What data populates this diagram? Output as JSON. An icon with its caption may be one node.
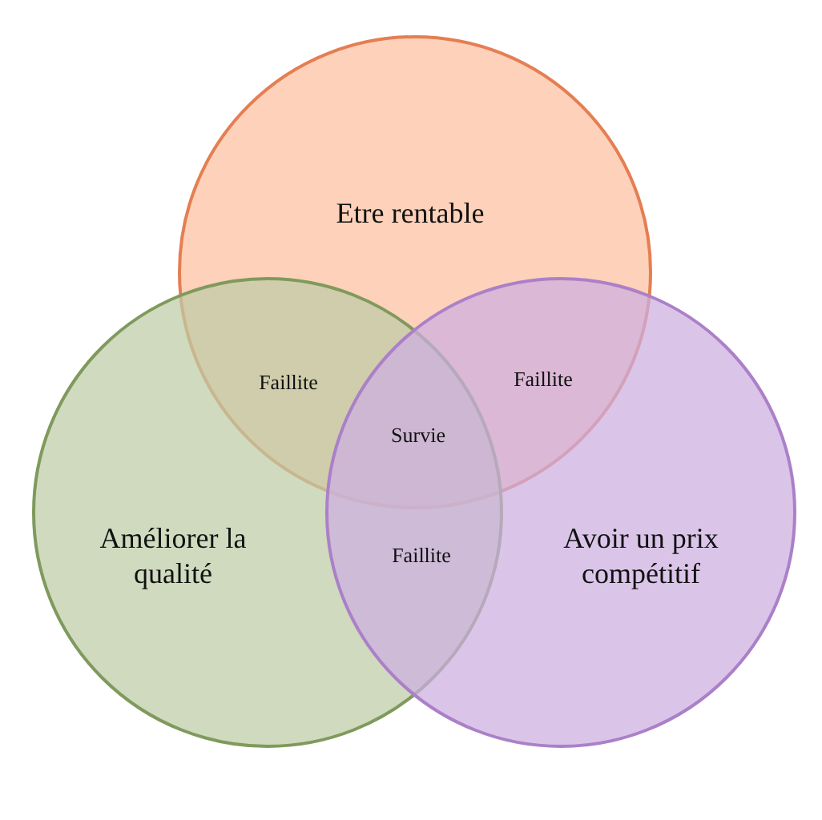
{
  "diagram": {
    "nodes": [
      {
        "text": [
          "Etre rentable"
        ]
      },
      {
        "text": [
          "Améliorer la qualité"
        ]
      },
      {
        "text": [
          "Avoir un prix compétitif"
        ]
      }
    ],
    "labels": [
      "Faillite",
      "Faillite",
      "Survie",
      "Faillite"
    ]
  }
}
